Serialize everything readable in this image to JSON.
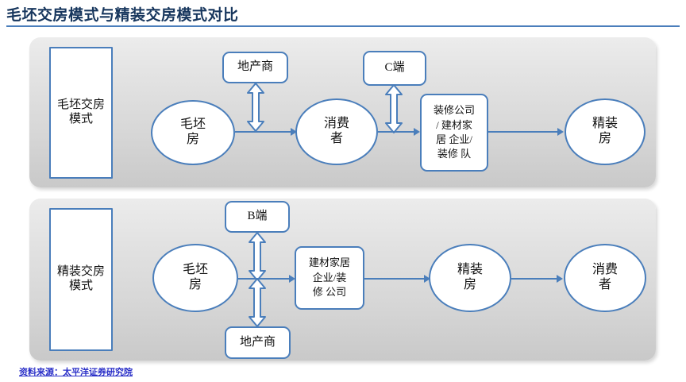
{
  "slide": {
    "title": "毛坯交房模式与精装交房模式对比",
    "source_note": "资料来源：太平洋证券研究院",
    "accent_color": "#4A7EBB",
    "title_color": "#17365D",
    "link_color": "#2B30C8",
    "panel_bg_color": "#E2E2E2"
  },
  "rows": [
    {
      "label": "毛坯交房\n模式",
      "label_line1": "毛坯交房",
      "label_line2": "模式",
      "nodes": {
        "start_ellipse": "毛坯\n房",
        "start_line1": "毛坯",
        "start_line2": "房",
        "top_box_1": "地产商",
        "mid_ellipse": "消费\n者",
        "mid_line1": "消费",
        "mid_line2": "者",
        "top_box_2": "C端",
        "service_box_line1": "装修公司",
        "service_box_line2": "/ 建材家",
        "service_box_line3": "居 企业/",
        "service_box_line4": "装修 队",
        "service_box_full": "装修公司/建材家居企业/装修队",
        "end_ellipse": "精装\n房",
        "end_line1": "精装",
        "end_line2": "房"
      }
    },
    {
      "label": "精装交房\n模式",
      "label_line1": "精装交房",
      "label_line2": "模式",
      "nodes": {
        "start_ellipse": "毛坯\n房",
        "start_line1": "毛坯",
        "start_line2": "房",
        "top_box": "B端",
        "bottom_box": "地产商",
        "service_box_line1": "建材家居",
        "service_box_line2": "企业/装",
        "service_box_line3": "修 公司",
        "service_box_full": "建材家居企业/装修公司",
        "mid_ellipse": "精装\n房",
        "mid_line1": "精装",
        "mid_line2": "房",
        "end_ellipse": "消费\n者",
        "end_line1": "消费",
        "end_line2": "者"
      }
    }
  ]
}
